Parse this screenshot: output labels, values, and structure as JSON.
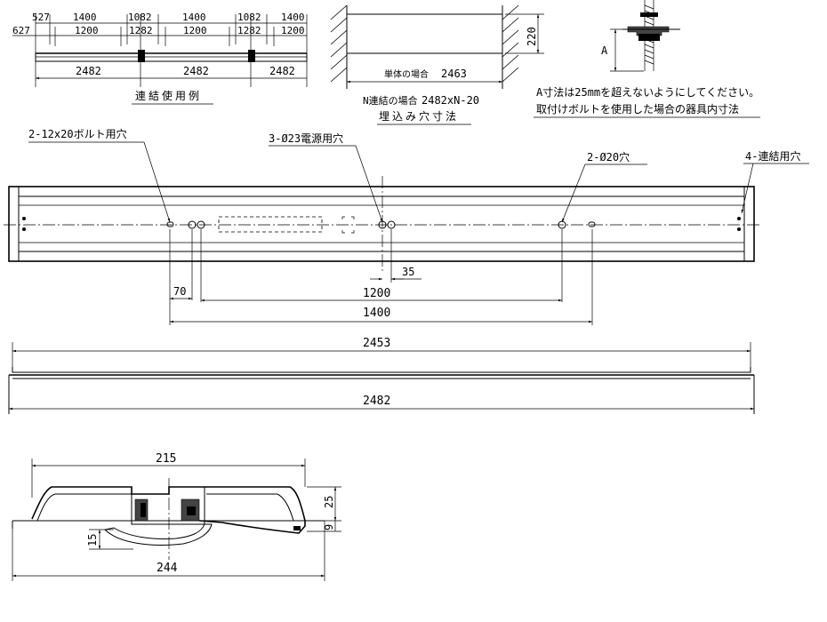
{
  "top_left": {
    "row1": [
      "527",
      "1400",
      "1082",
      "1400",
      "1082",
      "1400"
    ],
    "row2": [
      "627",
      "1200",
      "1282",
      "1200",
      "1282",
      "1200"
    ],
    "row3": [
      "2482",
      "2482",
      "2482"
    ],
    "caption": "連結使用例"
  },
  "ceiling": {
    "height": "220",
    "single_label": "単体の場合",
    "single_value": "2463",
    "n_label": "N連結の場合",
    "n_value": "2482xN-20",
    "caption": "埋込み穴寸法"
  },
  "bolt": {
    "a_label": "A",
    "note1": "A寸法は25mmを超えないようにしてください。",
    "note2": "取付けボルトを使用した場合の器具内寸法"
  },
  "plan": {
    "callout_bolt": "2-12x20ボルト用穴",
    "callout_power": "3-Ø23電源用穴",
    "callout_20": "2-Ø20穴",
    "callout_link": "4-連結用穴",
    "dim_35": "35",
    "dim_70": "70",
    "dim_1200": "1200",
    "dim_1400": "1400"
  },
  "side": {
    "dim_2453": "2453",
    "dim_2482": "2482"
  },
  "section": {
    "dim_215": "215",
    "dim_25": "25",
    "dim_9": "9",
    "dim_15": "15",
    "dim_244": "244"
  }
}
